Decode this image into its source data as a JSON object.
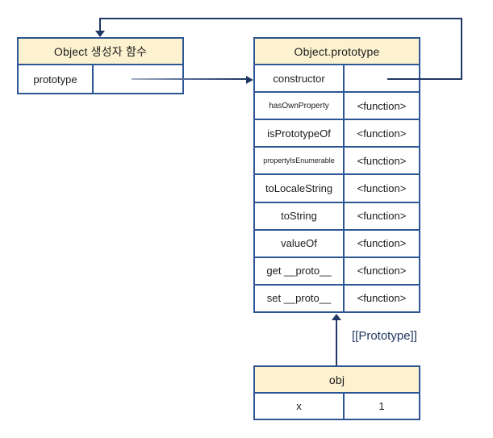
{
  "diagram": {
    "constructor_box": {
      "title": "Object 생성자 함수",
      "rows": [
        {
          "key": "prototype",
          "value": ""
        }
      ]
    },
    "prototype_box": {
      "title": "Object.prototype",
      "rows": [
        {
          "key": "constructor",
          "value": ""
        },
        {
          "key": "hasOwnProperty",
          "value": "<function>"
        },
        {
          "key": "isPrototypeOf",
          "value": "<function>"
        },
        {
          "key": "propertyIsEnumerable",
          "value": "<function>"
        },
        {
          "key": "toLocaleString",
          "value": "<function>"
        },
        {
          "key": "toString",
          "value": "<function>"
        },
        {
          "key": "valueOf",
          "value": "<function>"
        },
        {
          "key": "get __proto__",
          "value": "<function>"
        },
        {
          "key": "set __proto__",
          "value": "<function>"
        }
      ]
    },
    "obj_box": {
      "title": "obj",
      "rows": [
        {
          "key": "x",
          "value": "1"
        }
      ]
    },
    "prototype_link_label": "[[Prototype]]",
    "colors": {
      "box_border": "#2d5695",
      "header_fill": "#fdf2cf",
      "arrow": "#1f3864",
      "label_text": "#1f3864"
    }
  }
}
